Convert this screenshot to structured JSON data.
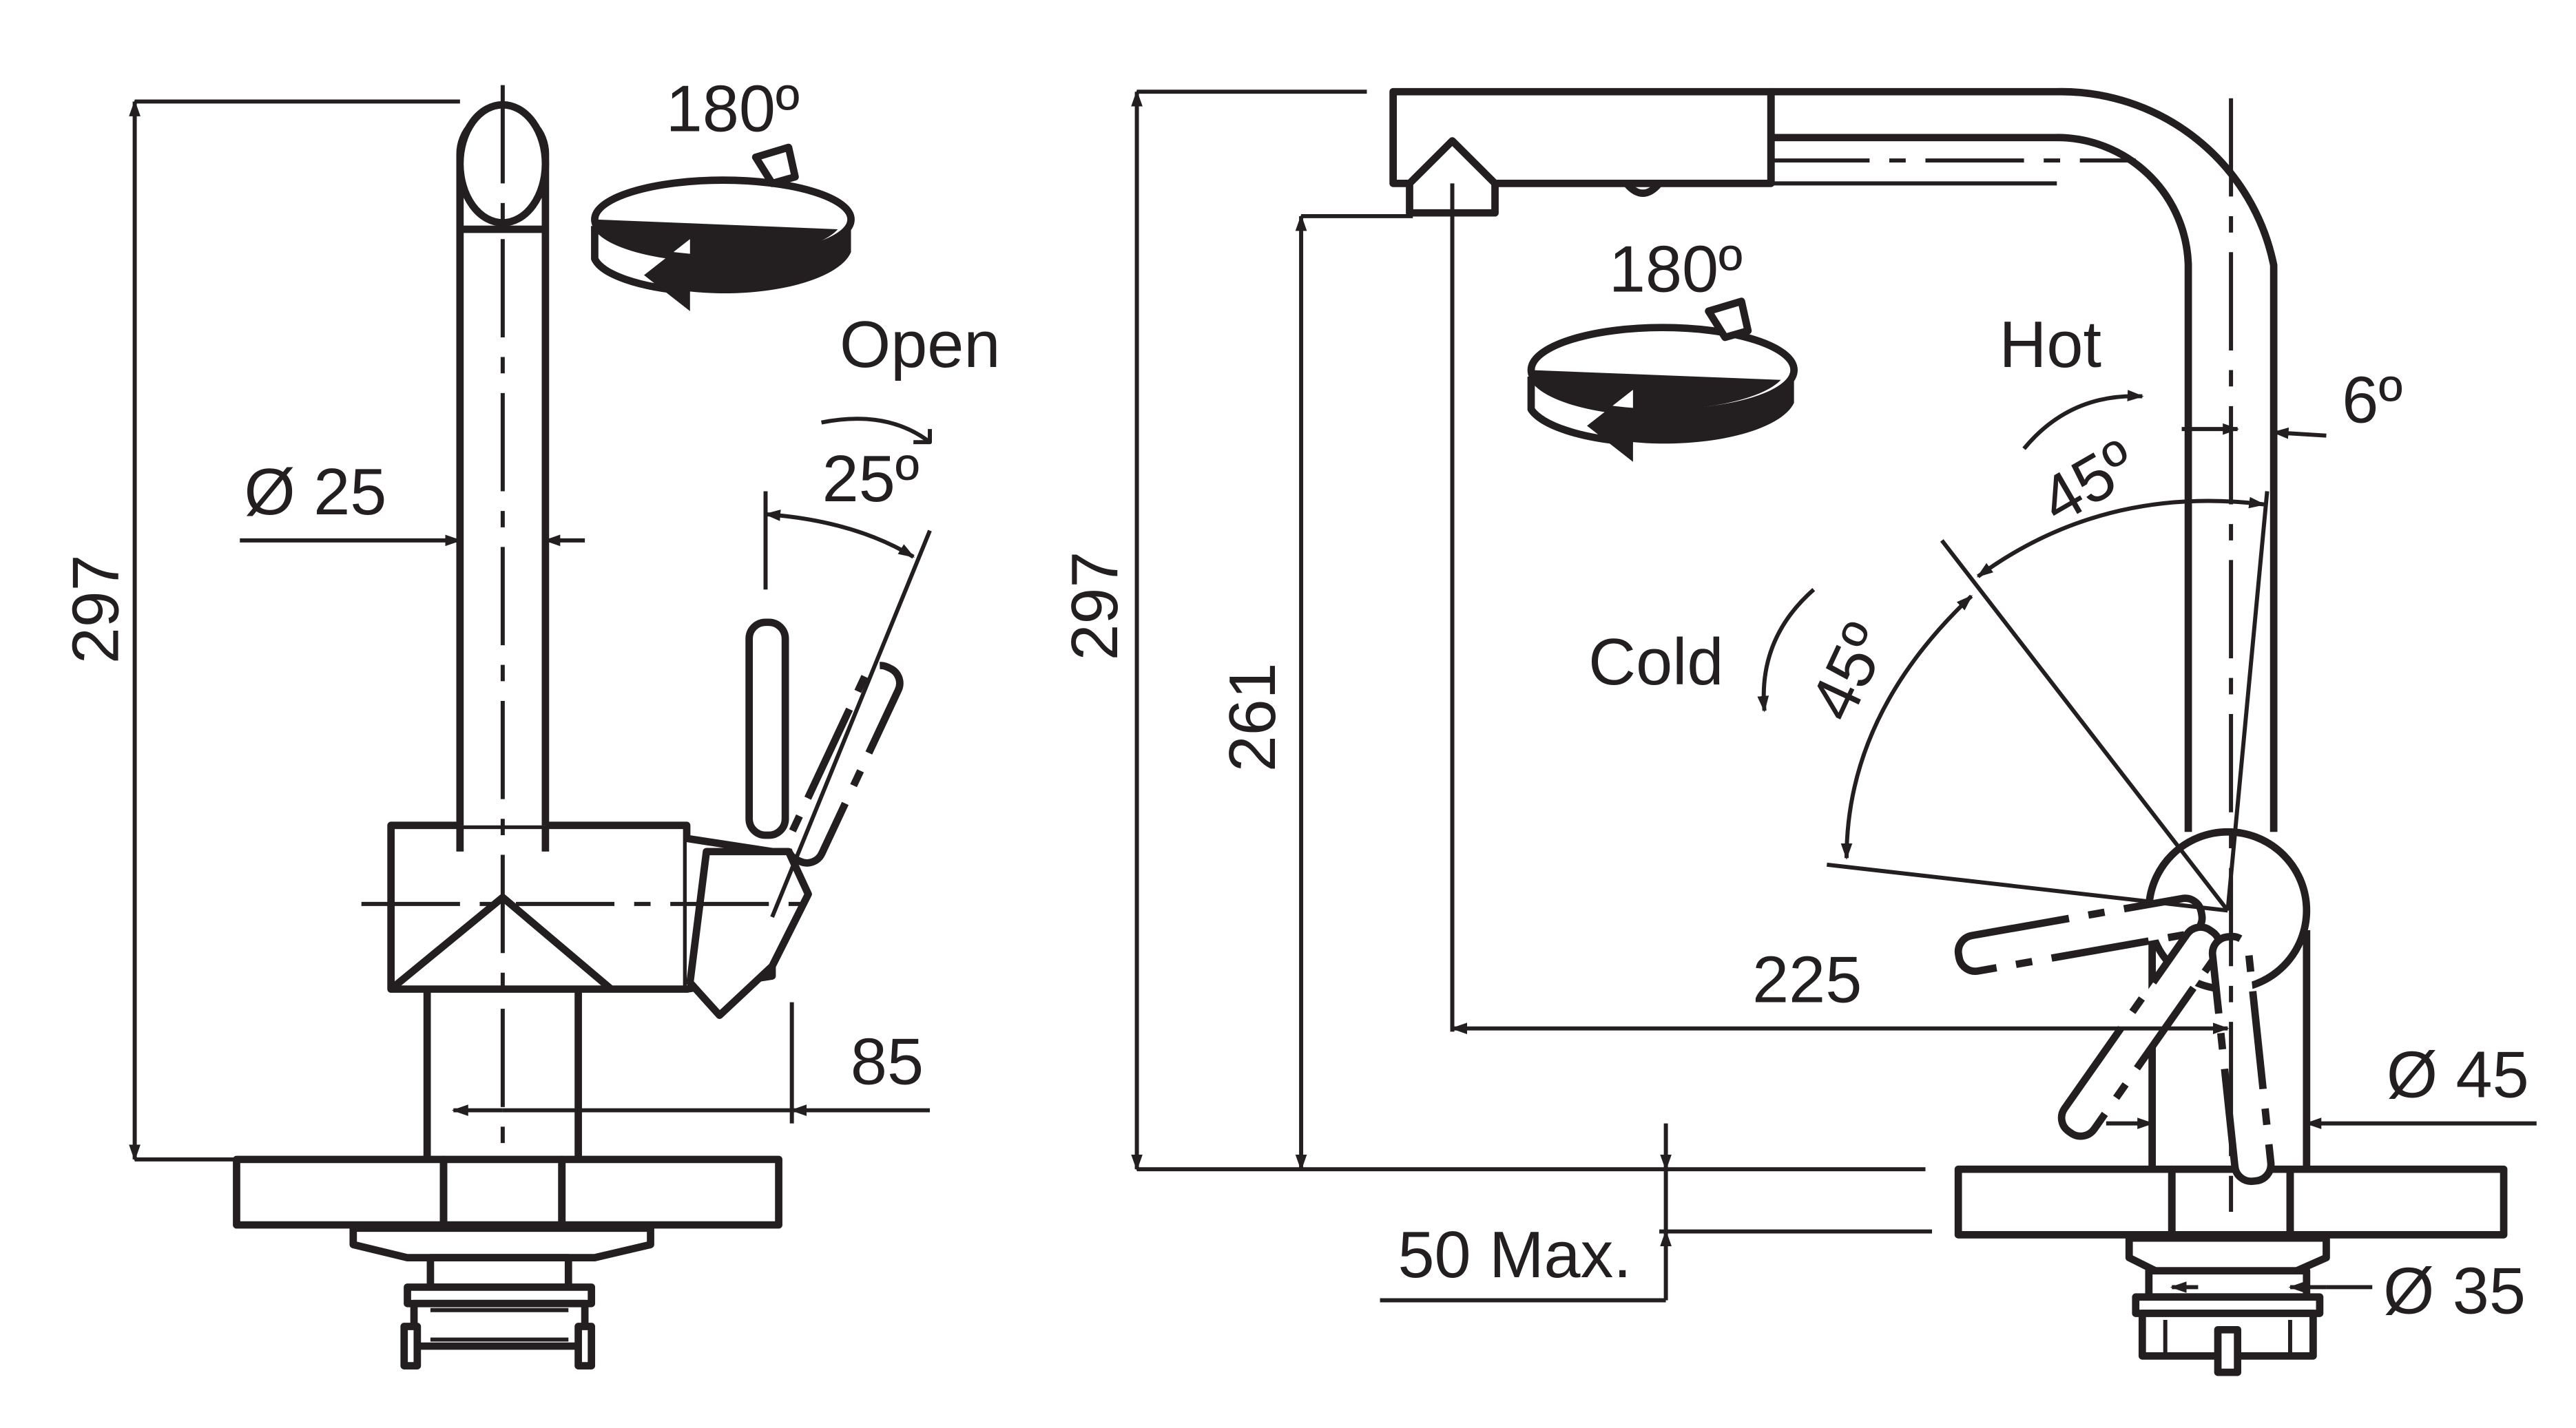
{
  "side_view": {
    "total_height": "297",
    "spout_diameter": "Ø 25",
    "swivel_angle": "180º",
    "lever_open_label": "Open",
    "lever_open_angle": "25º",
    "lever_reach": "85"
  },
  "front_view": {
    "total_height": "297",
    "outlet_height": "261",
    "swivel_angle": "180º",
    "hot_label": "Hot",
    "cold_label": "Cold",
    "hot_angle": "45º",
    "cold_angle": "45º",
    "tilt_angle": "6º",
    "spout_reach": "225",
    "body_diameter": "Ø 45",
    "counter_thickness": "50 Max.",
    "hole_diameter": "Ø 35"
  }
}
